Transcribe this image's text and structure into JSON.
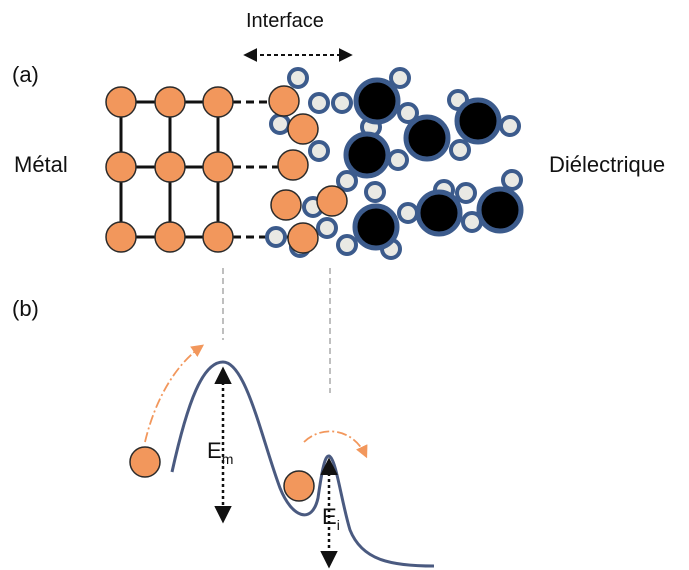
{
  "labels": {
    "panel_a": "(a)",
    "panel_b": "(b)",
    "interface": "Interface",
    "metal": "Métal",
    "dielectric": "Diélectrique",
    "em_main": "E",
    "em_sub": "m",
    "ei_main": "E",
    "ei_sub": "i"
  },
  "colors": {
    "metal_atom": "#F2975C",
    "metal_atom_stroke": "#2a2a2a",
    "diel_large": "#000000",
    "diel_small": "#e9e9e4",
    "diel_ring": "#3c5b8c",
    "energy_curve": "#4a5a80",
    "trajectory_arrow": "#F2975C"
  }
}
